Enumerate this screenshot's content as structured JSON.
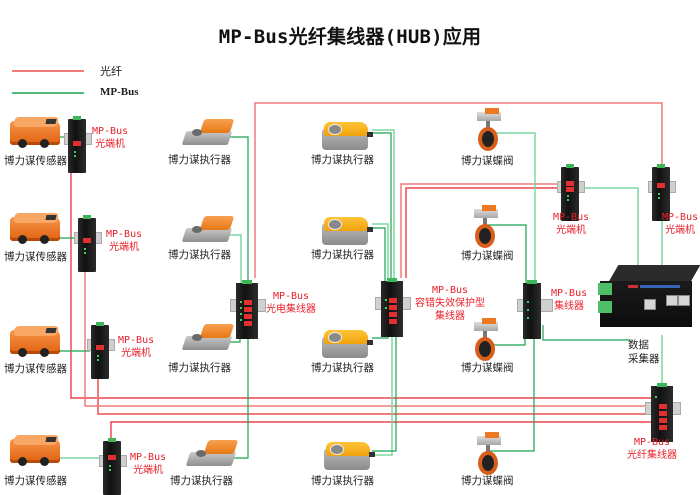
{
  "title": "MP-Bus光纤集线器(HUB)应用",
  "legend": [
    {
      "label": "光纤",
      "color": "#f07a7a"
    },
    {
      "label": "MP-Bus",
      "color": "#1aa351"
    }
  ],
  "colors": {
    "fiber": "#e8202a",
    "fiber_light": "#f07a7a",
    "mpbus": "#1aa351",
    "mpbus_light": "#7ed6a0",
    "red_label": "#e8202a"
  },
  "devices": {
    "sensors": [
      {
        "label": "博力谋传感器"
      },
      {
        "label": "博力谋传感器"
      },
      {
        "label": "博力谋传感器"
      },
      {
        "label": "博力谋传感器"
      }
    ],
    "converters": [
      {
        "label_line1": "MP-Bus",
        "label_line2": "光端机"
      },
      {
        "label_line1": "MP-Bus",
        "label_line2": "光端机"
      },
      {
        "label_line1": "MP-Bus",
        "label_line2": "光端机"
      },
      {
        "label_line1": "MP-Bus",
        "label_line2": "光端机"
      },
      {
        "label_line1": "MP-Bus",
        "label_line2": "光端机"
      },
      {
        "label_line1": "MP-Bus",
        "label_line2": "光端机"
      }
    ],
    "actuators_col1": [
      {
        "label": "博力谋执行器"
      },
      {
        "label": "博力谋执行器"
      },
      {
        "label": "博力谋执行器"
      },
      {
        "label": "博力谋执行器"
      }
    ],
    "actuators_col2": [
      {
        "label": "博力谋执行器"
      },
      {
        "label": "博力谋执行器"
      },
      {
        "label": "博力谋执行器"
      },
      {
        "label": "博力谋执行器"
      }
    ],
    "valves": [
      {
        "label": "博力谋蝶阀"
      },
      {
        "label": "博力谋蝶阀"
      },
      {
        "label": "博力谋蝶阀"
      },
      {
        "label": "博力谋蝶阀"
      }
    ],
    "hub_photoelectric": {
      "label_line1": "MP-Bus",
      "label_line2": "光电集线器"
    },
    "hub_fault_tolerant": {
      "label_line1": "MP-Bus",
      "label_line2": "容错失效保护型",
      "label_line3": "集线器"
    },
    "hub_mpbus": {
      "label_line1": "MP-Bus",
      "label_line2": "集线器"
    },
    "hub_fiber": {
      "label_line1": "MP-Bus",
      "label_line2": "光纤集线器"
    },
    "collector": {
      "label_line1": "数据",
      "label_line2": "采集器"
    }
  }
}
